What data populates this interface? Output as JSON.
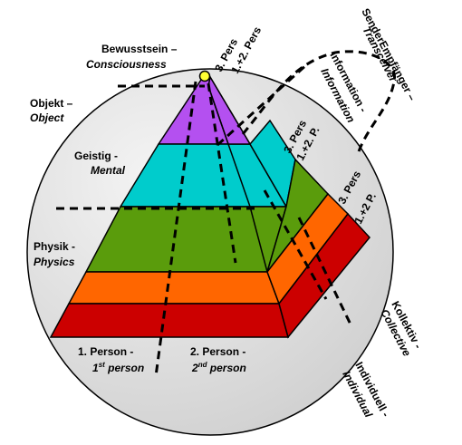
{
  "labels": {
    "consciousness_de": "Bewusstsein –",
    "consciousness_en": "Consciousness",
    "object_de": "Objekt –",
    "object_en": "Object",
    "mental_de": "Geistig -",
    "mental_en": "Mental",
    "physics_de": "Physik -",
    "physics_en": "Physics",
    "person1_de": "1. Person -",
    "person1_en_pre": "1",
    "person1_en_sup": "st",
    "person1_en_post": " person",
    "person2_de": "2. Person -",
    "person2_en_pre": "2",
    "person2_en_sup": "nd",
    "person2_en_post": " person",
    "pers3_top": "3. Pers",
    "pers12_top": "1.+2. Pers",
    "information_de": "Information -",
    "information_en": "Information",
    "transceiver_de": "SenderEmpfänger –",
    "transceiver_en": "Transceiver",
    "pers3_mid": "3. Pers",
    "pers12_mid": "1.+2. P.",
    "pers3_low": "3. Pers",
    "pers12_low": "1.+2 P.",
    "collective_de": "Kollektiv -",
    "collective_en": "Collective",
    "individual_de": "Individuell -",
    "individual_en": "Individual"
  },
  "colors": {
    "circle_fill": "#d9d9d9",
    "apex": "#ffff33",
    "violet": "#b450f0",
    "cyan": "#00cccc",
    "green": "#5a9c0c",
    "orange": "#ff6600",
    "red": "#cc0000",
    "outline": "#000000"
  }
}
